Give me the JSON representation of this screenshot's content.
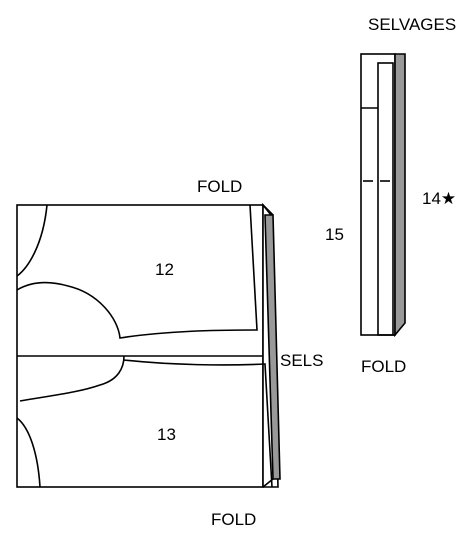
{
  "labels": {
    "top_fold": "FOLD",
    "bottom_fold": "FOLD",
    "sels": "SELS",
    "selvages": "SELVAGES",
    "strip_fold": "FOLD"
  },
  "pieces": {
    "p12": "12",
    "p13": "13",
    "p14": "14★",
    "p15": "15"
  },
  "colors": {
    "line": "#000000",
    "selvage_shade": "#999999",
    "background": "#ffffff"
  }
}
